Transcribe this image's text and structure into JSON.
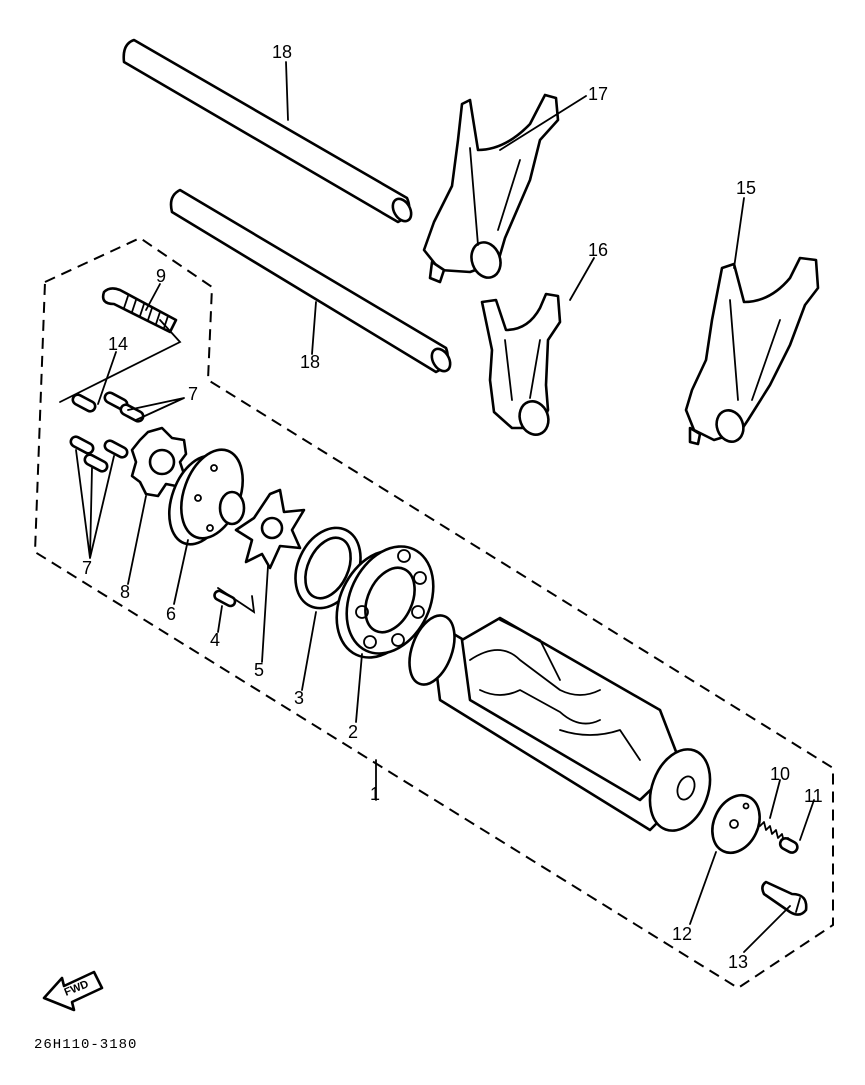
{
  "callouts": {
    "c1": "1",
    "c2": "2",
    "c3": "3",
    "c4": "4",
    "c5": "5",
    "c6": "6",
    "c7a": "7",
    "c7b": "7",
    "c8": "8",
    "c9": "9",
    "c10": "10",
    "c11": "11",
    "c12": "12",
    "c13": "13",
    "c14": "14",
    "c15": "15",
    "c16": "16",
    "c17": "17",
    "c18a": "18",
    "c18b": "18"
  },
  "direction_label": "FWD",
  "diagram_code": "26H110-3180"
}
